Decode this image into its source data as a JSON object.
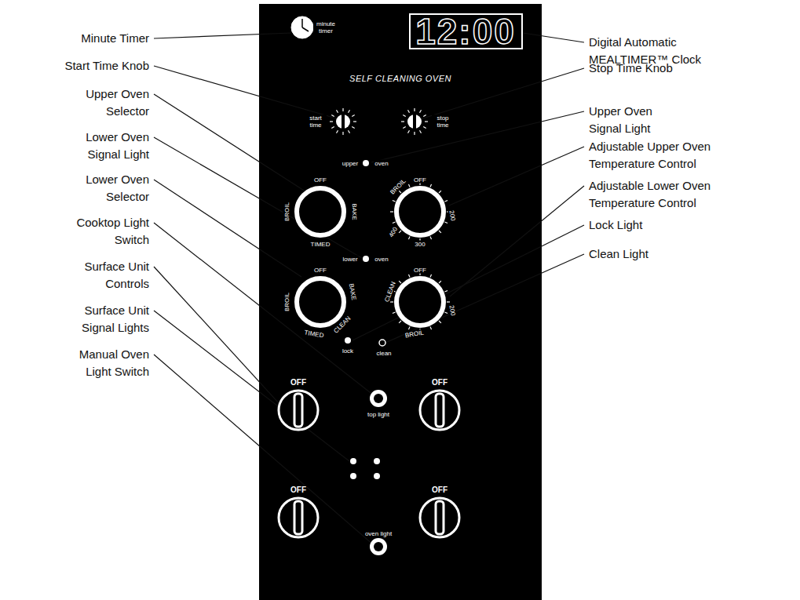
{
  "diagram": {
    "labels": [
      "Minute Timer",
      "Start Time Knob",
      "Upper Oven Selector",
      "Lower Oven Signal Light",
      "Lower Oven Selector",
      "Cooktop Light Switch",
      "Surface Unit Controls",
      "Surface Unit Signal Lights",
      "Manual Oven Light Switch",
      "Digital Automatic MEALTIMER™ Clock",
      "Stop Time Knob",
      "Upper Oven Signal Light",
      "Adjustable Upper Oven Temperature Control",
      "Adjustable Lower Oven Temperature Control",
      "Lock Light",
      "Clean Light",
      "minute timer",
      "12:00",
      "SELF CLEANING OVEN",
      "start time",
      "stop time",
      "upper",
      "oven",
      "OFF",
      "BAKE",
      "TIMED",
      "BROIL",
      "OFF",
      "BROIL",
      "200",
      "300",
      "400",
      "lower",
      "oven",
      "OFF",
      "BAKE",
      "CLEAN",
      "TIMED",
      "BROIL",
      "OFF",
      "CLEAN",
      "BROIL",
      "200",
      "lock",
      "clean",
      "OFF",
      "top light",
      "OFF",
      "OFF",
      "oven light",
      "OFF"
    ]
  }
}
